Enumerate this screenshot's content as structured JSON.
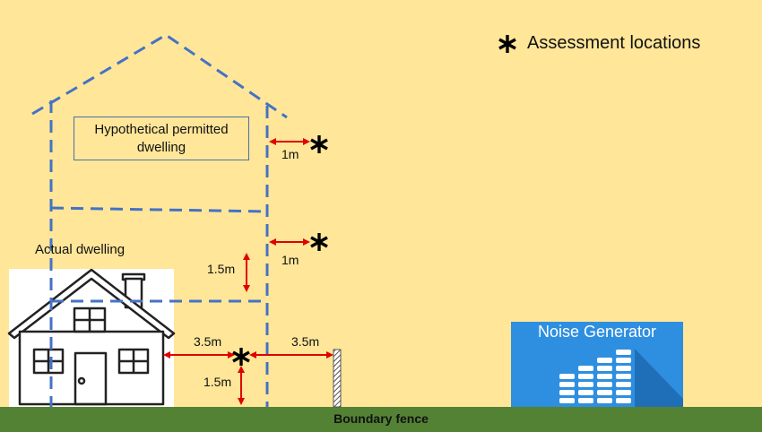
{
  "legend": {
    "label": "Assessment locations",
    "icon": "asterisk"
  },
  "hypothetical": {
    "label": "Hypothetical permitted dwelling"
  },
  "actual": {
    "label": "Actual dwelling"
  },
  "distances": {
    "upper_1m": "1m",
    "middle_1m": "1m",
    "vertical_1_5m_upper": "1.5m",
    "left_3_5m": "3.5m",
    "right_3_5m": "3.5m",
    "vertical_1_5m_lower": "1.5m"
  },
  "noise_generator": {
    "label": "Noise Generator",
    "icon": "equalizer-bars"
  },
  "ground": {
    "label": "Boundary fence"
  },
  "colors": {
    "background": "#FFE699",
    "ground": "#548235",
    "dashed_outline": "#4472C4",
    "arrow": "#E00000",
    "noise_box": "#2E8FE0"
  }
}
